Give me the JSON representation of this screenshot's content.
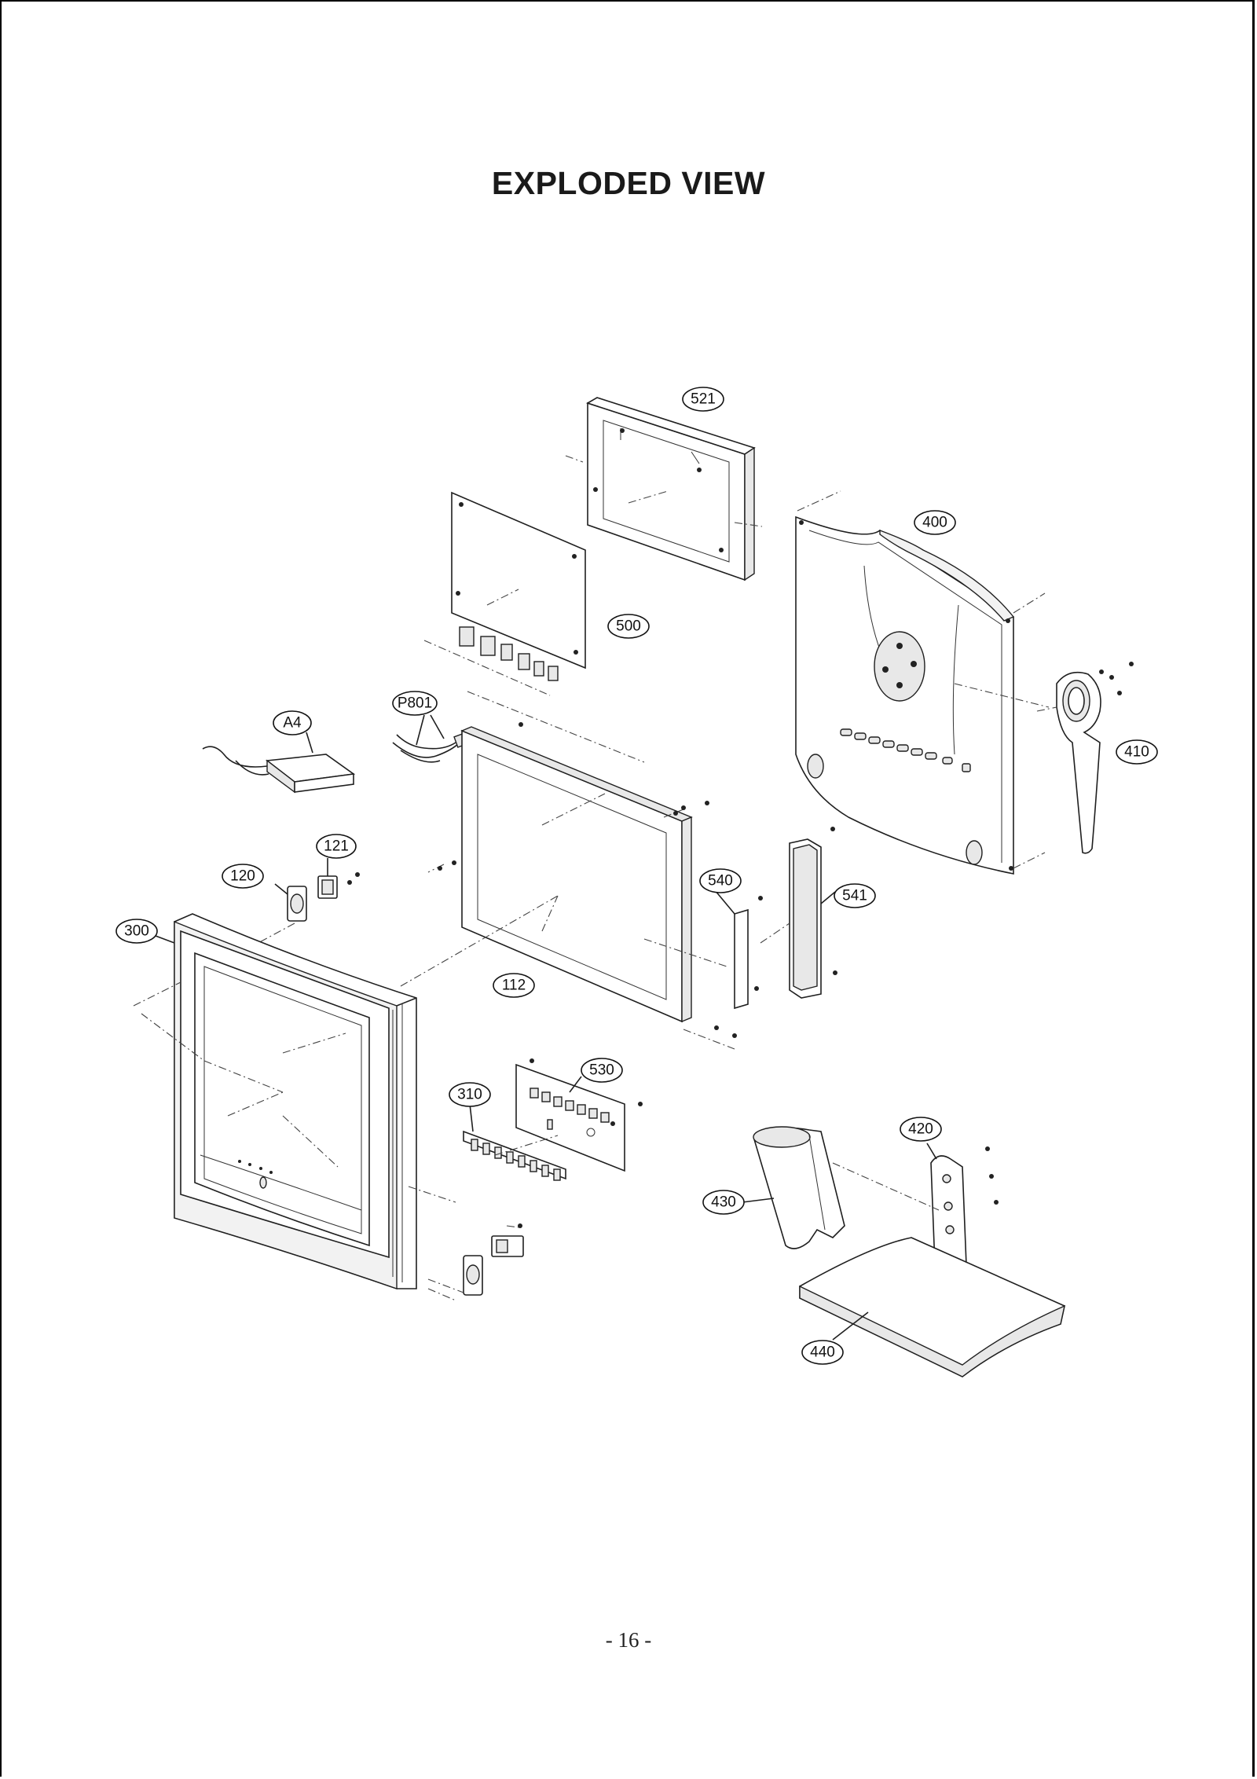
{
  "title": "EXPLODED VIEW",
  "page_number": "- 16 -",
  "labels": {
    "p521": "521",
    "p400": "400",
    "p500": "500",
    "p410": "410",
    "pA4": "A4",
    "pP801": "P801",
    "p121": "121",
    "p120": "120",
    "p540": "540",
    "p541": "541",
    "p300": "300",
    "p112": "112",
    "p530": "530",
    "p310": "310",
    "p420": "420",
    "p430": "430",
    "p440": "440"
  }
}
